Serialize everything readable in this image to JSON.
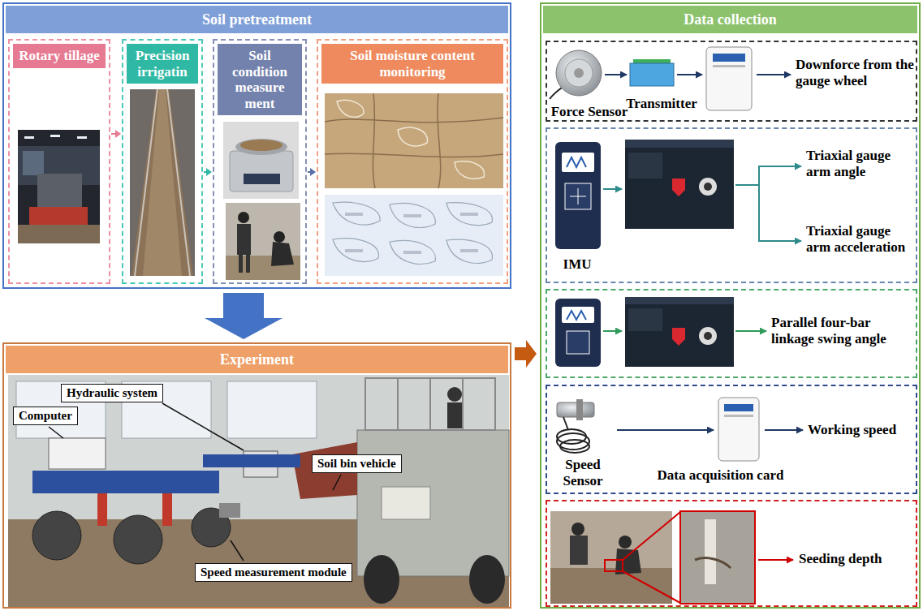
{
  "diagram": {
    "nodes": [
      {
        "text": [
          "Soil pretreatment"
        ]
      },
      {
        "text": [
          "Rotary tillage"
        ],
        "in": 0
      },
      {
        "text": [
          "Precision irrigatin"
        ],
        "in": 0
      },
      {
        "text": [
          "Soil condition measure ment"
        ],
        "in": 0
      },
      {
        "text": [
          "Soil moisture content monitoring"
        ],
        "in": 0
      },
      {
        "text": [
          "Experiment"
        ]
      },
      {
        "text": [
          "Hydraulic system"
        ],
        "in": 5
      },
      {
        "text": [
          "Computer"
        ],
        "in": 5
      },
      {
        "text": [
          "Soil bin vehicle"
        ],
        "in": 5
      },
      {
        "text": [
          "Speed measurement module"
        ],
        "in": 5
      },
      {
        "text": [
          "Data collection"
        ]
      },
      {
        "text": [
          "Force Sensor",
          "Transmitter",
          "Downforce from the gauge wheel"
        ],
        "in": 10
      },
      {
        "text": [
          "IMU",
          "Triaxial gauge arm angle",
          "Triaxial gauge arm acceleration"
        ],
        "in": 10
      },
      {
        "text": [
          "Parallel four-bar linkage swing angle"
        ],
        "in": 10
      },
      {
        "text": [
          "Speed Sensor",
          "Data acquisition card",
          "Working speed"
        ],
        "in": 10
      },
      {
        "text": [
          "Seeding depth"
        ],
        "in": 10
      }
    ],
    "edges": [
      {
        "from": 1,
        "to": 2,
        "arrow": "to"
      },
      {
        "from": 2,
        "to": 3,
        "arrow": "to"
      },
      {
        "from": 3,
        "to": 4,
        "arrow": "to"
      },
      {
        "from": 0,
        "to": 5,
        "arrow": "to"
      },
      {
        "from": 5,
        "to": 10,
        "arrow": "to"
      }
    ]
  }
}
